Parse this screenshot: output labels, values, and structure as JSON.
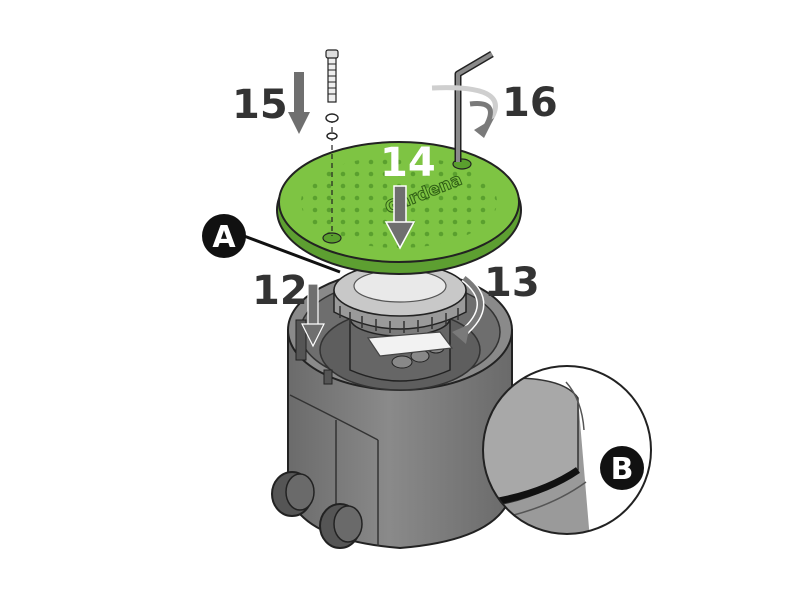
{
  "figure": {
    "steps": {
      "s12": "12",
      "s13": "13",
      "s14": "14",
      "s15": "15",
      "s16": "16"
    },
    "callouts": {
      "a": "A",
      "b": "B"
    },
    "logo_text": "Gardena",
    "colors": {
      "lid_green": "#7ec443",
      "housing_gray": "#7a7a7a",
      "arrow_gray": "#6f6f6f",
      "callout_black": "#111111"
    }
  }
}
